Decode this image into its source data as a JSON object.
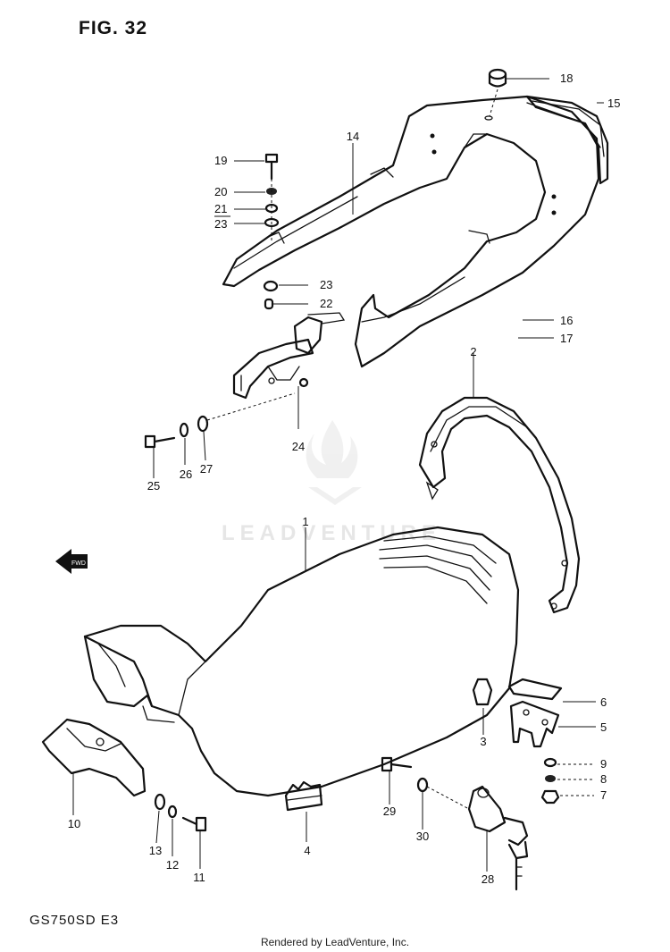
{
  "figure": {
    "title": "FIG. 32",
    "model_code": "GS750SD  E3",
    "credit": "Rendered by LeadVenture, Inc.",
    "watermark": "LEADVENTURE"
  },
  "parts": [
    {
      "id": "p1",
      "number": "1"
    },
    {
      "id": "p2",
      "number": "2"
    },
    {
      "id": "p3",
      "number": "3"
    },
    {
      "id": "p4",
      "number": "4"
    },
    {
      "id": "p5",
      "number": "5"
    },
    {
      "id": "p6",
      "number": "6"
    },
    {
      "id": "p7",
      "number": "7"
    },
    {
      "id": "p8",
      "number": "8"
    },
    {
      "id": "p9",
      "number": "9"
    },
    {
      "id": "p10",
      "number": "10"
    },
    {
      "id": "p11",
      "number": "11"
    },
    {
      "id": "p12",
      "number": "12"
    },
    {
      "id": "p13",
      "number": "13"
    },
    {
      "id": "p14",
      "number": "14"
    },
    {
      "id": "p15",
      "number": "15"
    },
    {
      "id": "p16",
      "number": "16"
    },
    {
      "id": "p17",
      "number": "17"
    },
    {
      "id": "p18",
      "number": "18"
    },
    {
      "id": "p19",
      "number": "19"
    },
    {
      "id": "p20",
      "number": "20"
    },
    {
      "id": "p21",
      "number": "21"
    },
    {
      "id": "p22",
      "number": "22"
    },
    {
      "id": "p23a",
      "number": "23"
    },
    {
      "id": "p23b",
      "number": "23"
    },
    {
      "id": "p24",
      "number": "24"
    },
    {
      "id": "p25",
      "number": "25"
    },
    {
      "id": "p26",
      "number": "26"
    },
    {
      "id": "p27",
      "number": "27"
    },
    {
      "id": "p28",
      "number": "28"
    },
    {
      "id": "p29",
      "number": "29"
    },
    {
      "id": "p30",
      "number": "30"
    }
  ],
  "direction_arrow": {
    "label": "FWD"
  }
}
